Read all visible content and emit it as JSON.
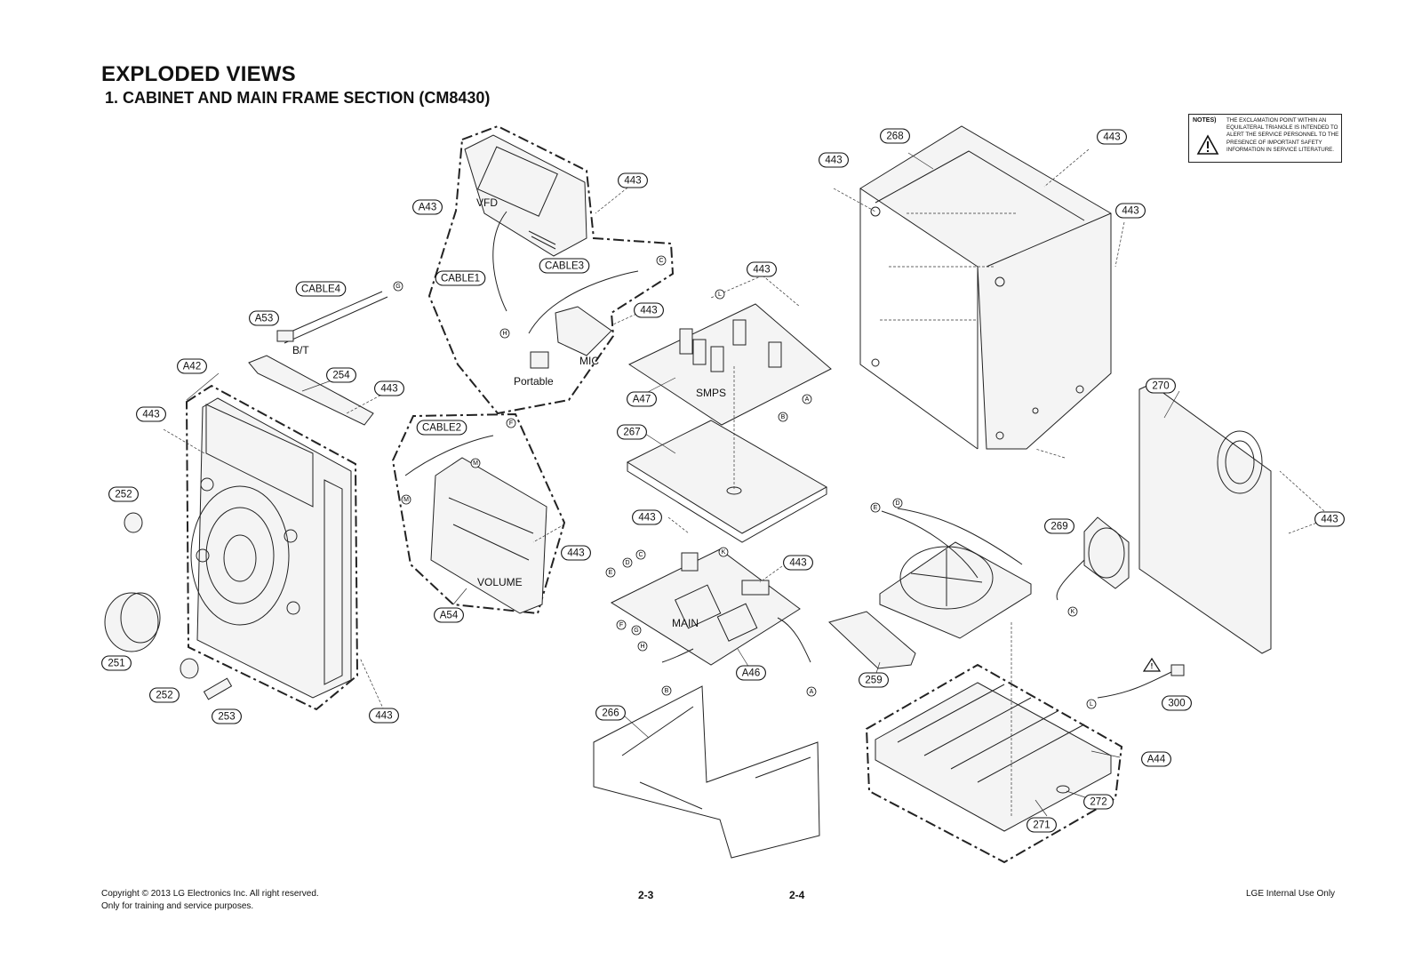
{
  "header": {
    "title": "EXPLODED VIEWS",
    "subtitle": "1. CABINET AND MAIN FRAME SECTION (CM8430)"
  },
  "notes": {
    "label": "NOTES)",
    "text": "THE EXCLAMATION POINT WITHIN AN EQUILATERAL TRIANGLE IS INTENDED TO ALERT THE SERVICE PERSONNEL TO THE PRESENCE OF IMPORTANT SAFETY INFORMATION IN SERVICE LITERATURE.",
    "icon": "warning-triangle-icon"
  },
  "callouts": [
    "268",
    "443",
    "443",
    "443",
    "443",
    "A43",
    "CABLE3",
    "CABLE1",
    "443",
    "443",
    "CABLE4",
    "A53",
    "A42",
    "254",
    "443",
    "443",
    "CABLE2",
    "252",
    "443",
    "251",
    "252",
    "253",
    "443",
    "A54",
    "A47",
    "267",
    "443",
    "443",
    "A46",
    "266",
    "270",
    "443",
    "269",
    "259",
    "300",
    "A44",
    "272",
    "271"
  ],
  "connectors": [
    "G",
    "C",
    "H",
    "L",
    "A",
    "B",
    "F",
    "M",
    "M",
    "E",
    "D",
    "C",
    "K",
    "F",
    "G",
    "H",
    "B",
    "A",
    "E",
    "D",
    "K",
    "L"
  ],
  "labels": [
    "VFD",
    "MIC",
    "Portable",
    "B/T",
    "SMPS",
    "VOLUME",
    "MAIN"
  ],
  "footer": {
    "copyright": "Copyright © 2013 LG Electronics Inc. All right reserved.",
    "training": "Only for training and service purposes.",
    "page_left": "2-3",
    "page_right": "2-4",
    "internal": "LGE Internal Use Only"
  }
}
